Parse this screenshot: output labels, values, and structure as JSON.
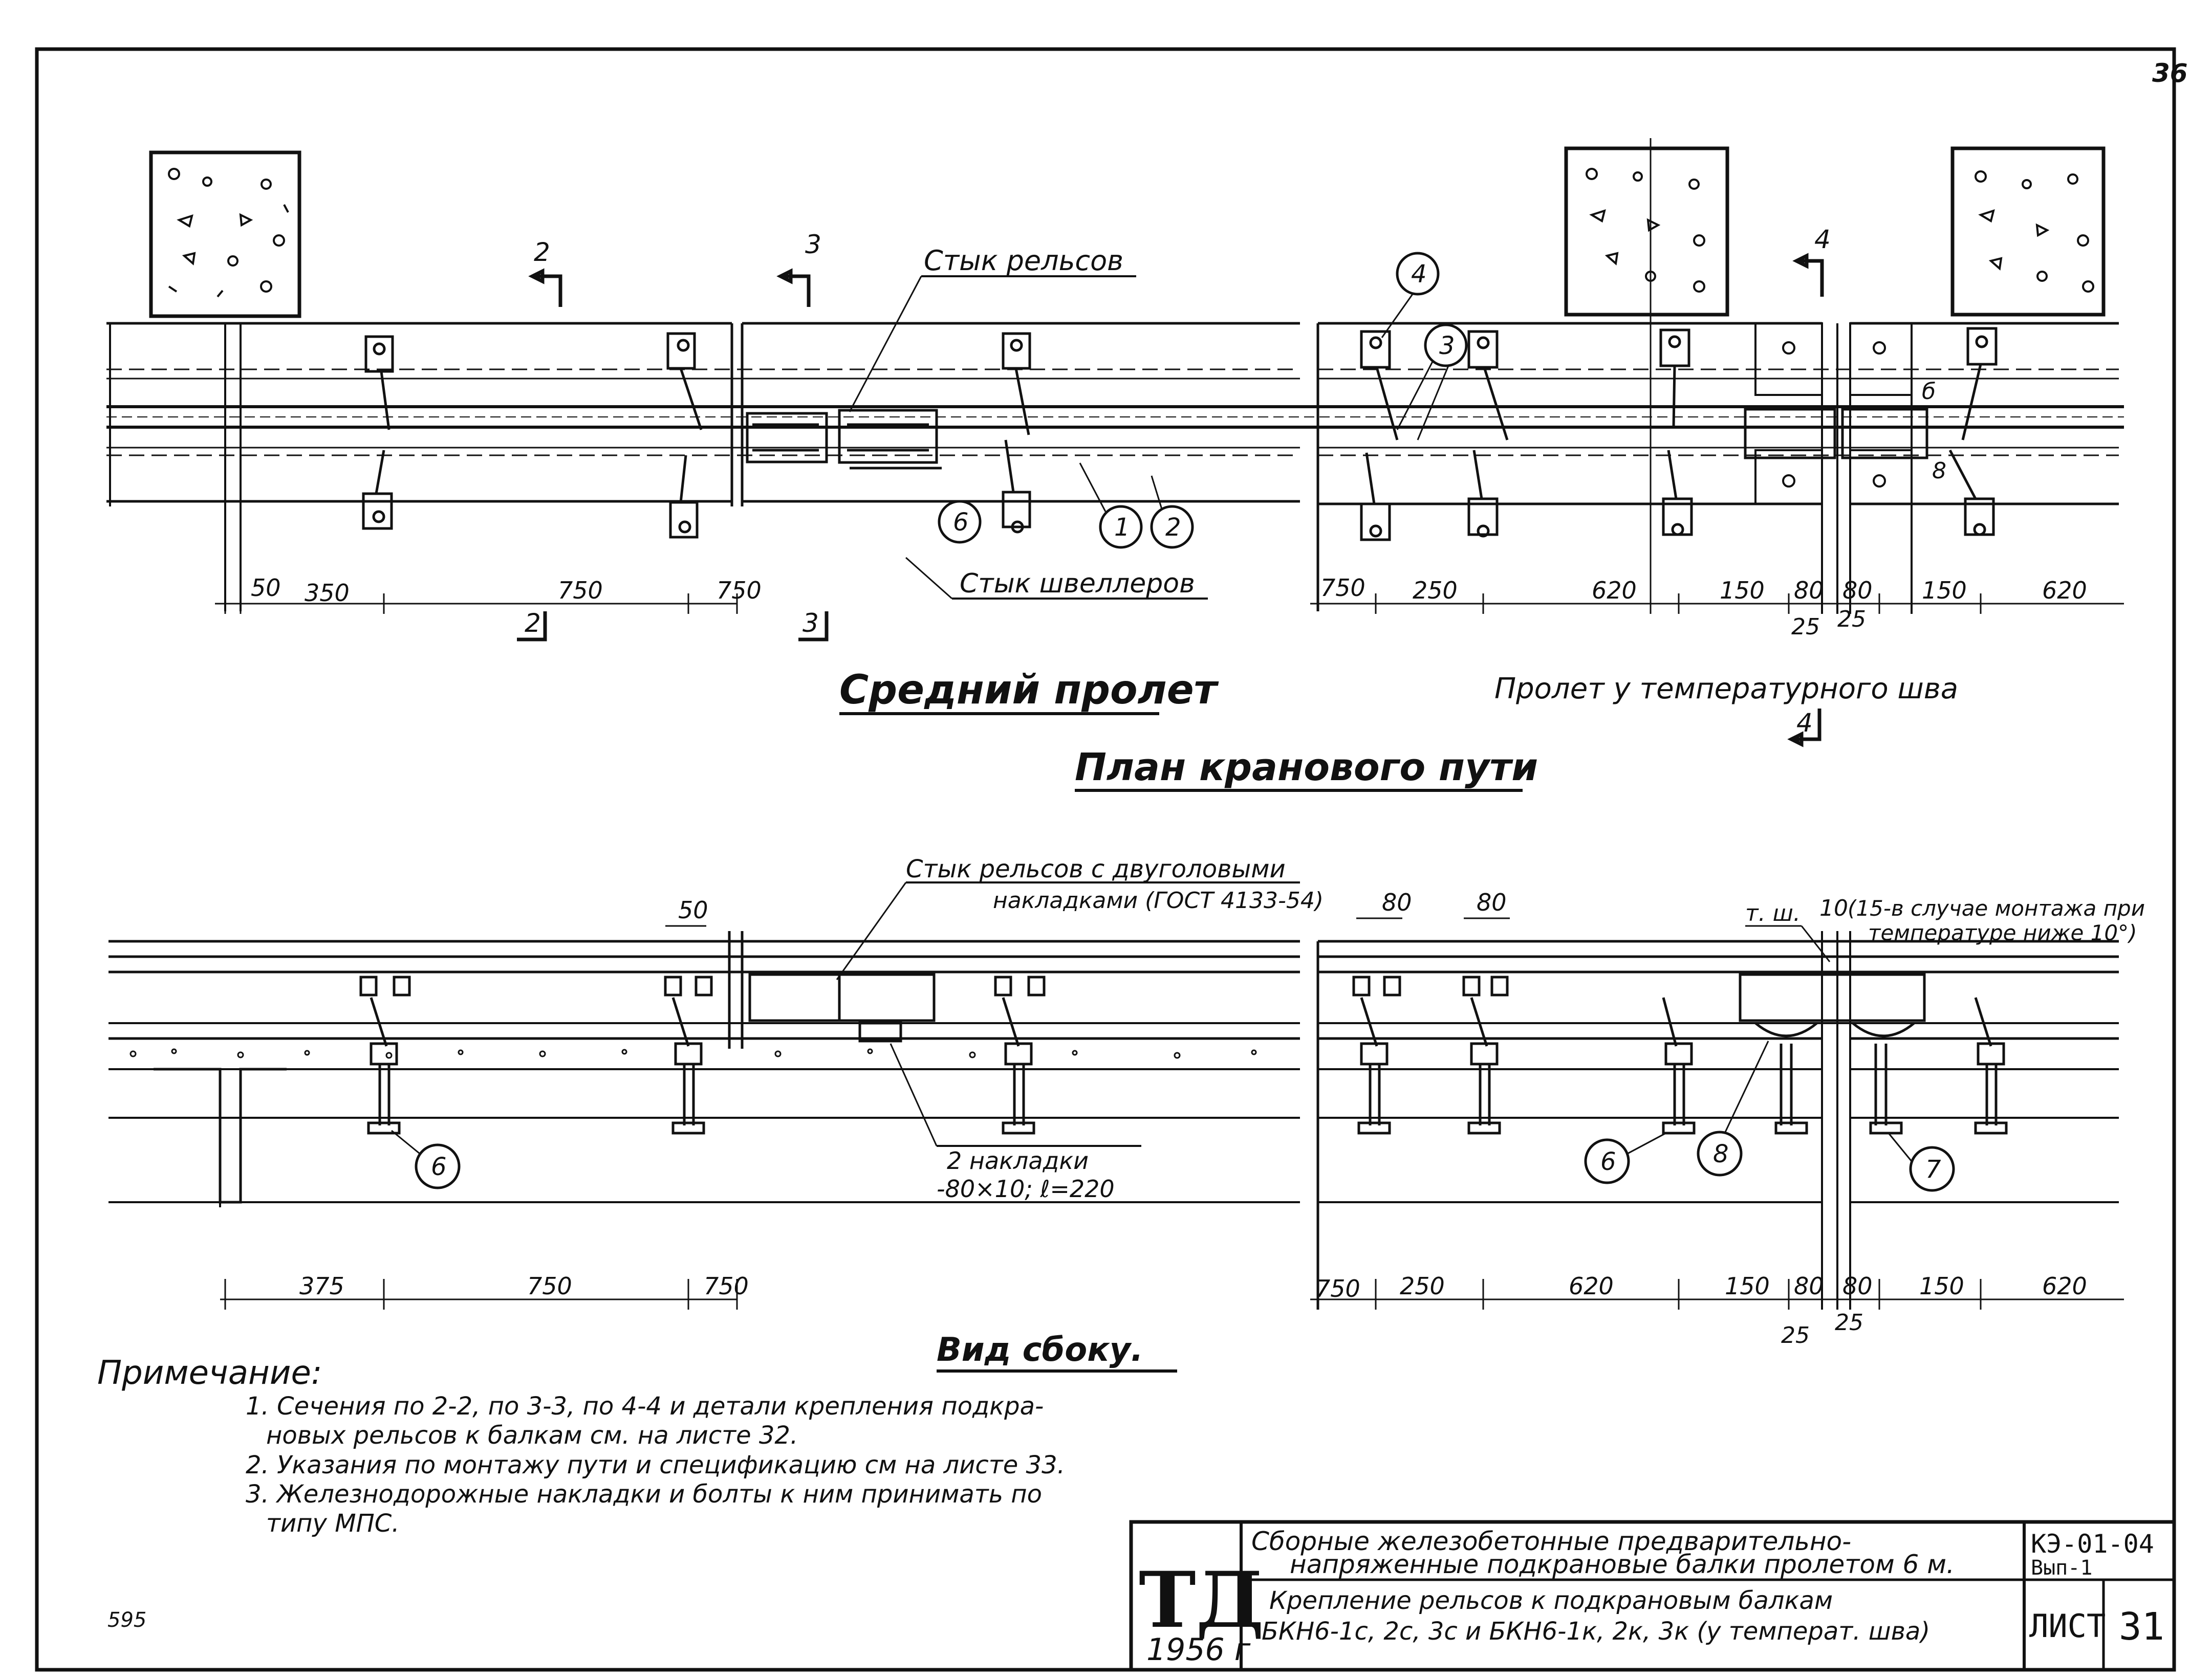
{
  "sheet_number": "36",
  "plan": {
    "labels": {
      "rail_joint": "Стык рельсов",
      "channel_joint": "Стык швеллеров"
    },
    "sections": {
      "s2": "2",
      "s3": "3",
      "s4": "4"
    },
    "callouts": {
      "c1": "1",
      "c2": "2",
      "c3": "3",
      "c4": "4",
      "c6": "6"
    },
    "gap_labels": {
      "b": "б",
      "c8": "8"
    },
    "dimensions_left": [
      "50",
      "350",
      "750",
      "750"
    ],
    "dimensions_right": [
      "750",
      "250",
      "620",
      "150",
      "80",
      "80",
      "150",
      "620"
    ],
    "dimensions_gap": [
      "25",
      "25"
    ]
  },
  "titles": {
    "middle_span": "Средний пролет",
    "temp_joint_span": "Пролет у температурного шва",
    "plan_title": "План кранового пути",
    "side_view": "Вид сбоку."
  },
  "side": {
    "joint_label_line1": "Стык рельсов с двуголовыми",
    "joint_label_line2": "накладками (ГОСТ 4133-54)",
    "plates_line1": "2 накладки",
    "plates_line2": "-80×10; ℓ=220",
    "temp_joint": "т. ш.",
    "gap_10": "10",
    "note_15_line1": "(15-в случае монтажа при",
    "note_15_line2": "температуре ниже 10°)",
    "top_dims": [
      "50",
      "80",
      "80"
    ],
    "callouts": {
      "c6a": "6",
      "c6b": "6",
      "c8": "8",
      "c7": "7"
    },
    "dimensions_left": [
      "375",
      "750",
      "750"
    ],
    "dimensions_right": [
      "750",
      "250",
      "620",
      "150",
      "80",
      "80",
      "150",
      "620"
    ],
    "dimensions_gap": [
      "25",
      "25"
    ]
  },
  "notes": {
    "heading": "Примечание:",
    "n1_line1": "1. Сечения по 2-2, по 3-3, по 4-4 и детали крепления подкра-",
    "n1_line2": "новых рельсов к балкам см. на листе 32.",
    "n2": "2. Указания по монтажу пути и спецификацию см на листе 33.",
    "n3_line1": "3. Железнодорожные накладки и болты к ним принимать по",
    "n3_line2": "типу МПС."
  },
  "corner_number": "595",
  "title_block": {
    "stamp_letters": "ТД",
    "year": "1956 г",
    "title_line1": "Сборные железобетонные предварительно-",
    "title_line2": "напряженные подкрановые балки пролетом 6 м.",
    "code_line1": "КЭ-01-04",
    "code_line2": "Вып-1",
    "desc_line1": "Крепление рельсов к подкрановым балкам",
    "desc_line2": "БКН6-1с, 2с, 3с и БКН6-1к, 2к, 3к (у температ. шва)",
    "sheet_label": "ЛИСТ",
    "sheet_no": "31"
  }
}
